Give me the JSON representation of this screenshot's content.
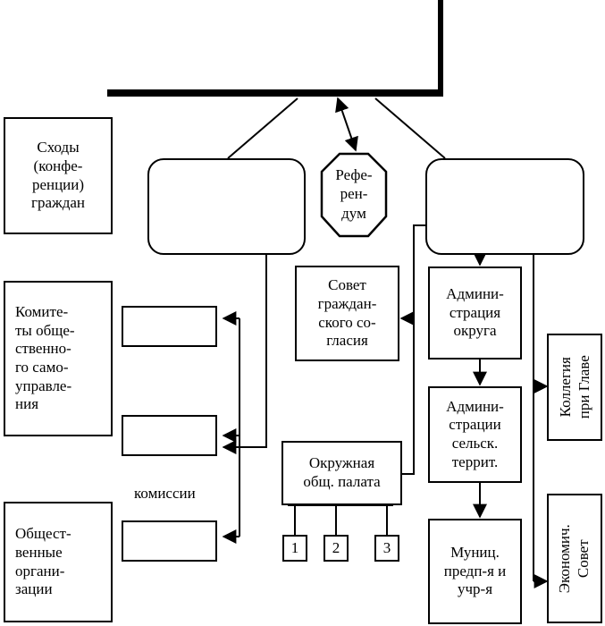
{
  "nodes": {
    "skhody": {
      "lines": [
        "Сходы",
        "(конфе-",
        "ренции)",
        "граждан"
      ]
    },
    "referendum": {
      "lines": [
        "Рефе-",
        "рен-",
        "дум"
      ]
    },
    "komitety": {
      "lines": [
        "Комите-",
        "ты обще-",
        "ственно-",
        "го само-",
        "управле-",
        "ния"
      ]
    },
    "obshchestvennye": {
      "lines": [
        "Общест-",
        "венные",
        "органи-",
        "зации"
      ]
    },
    "sovet_soglasiya": {
      "lines": [
        "Совет",
        "граждан-",
        "ского со-",
        "гласия"
      ]
    },
    "administratsiya_okruga": {
      "lines": [
        "Админи-",
        "страция",
        "округа"
      ]
    },
    "administratsii_territ": {
      "lines": [
        "Админи-",
        "страции",
        "сельск.",
        "террит."
      ]
    },
    "okruzhnaya_palata": {
      "lines": [
        "Окружная",
        "общ. палата"
      ]
    },
    "munits": {
      "lines": [
        "Муниц.",
        "предп-я и",
        "учр-я"
      ]
    },
    "kollegiya": {
      "lines": [
        "Коллегия",
        "при Главе"
      ]
    },
    "ekonomich": {
      "lines": [
        "Экономич.",
        "Совет"
      ]
    },
    "num1": "1",
    "num2": "2",
    "num3": "3"
  },
  "labels": {
    "komissii": "комиссии"
  }
}
